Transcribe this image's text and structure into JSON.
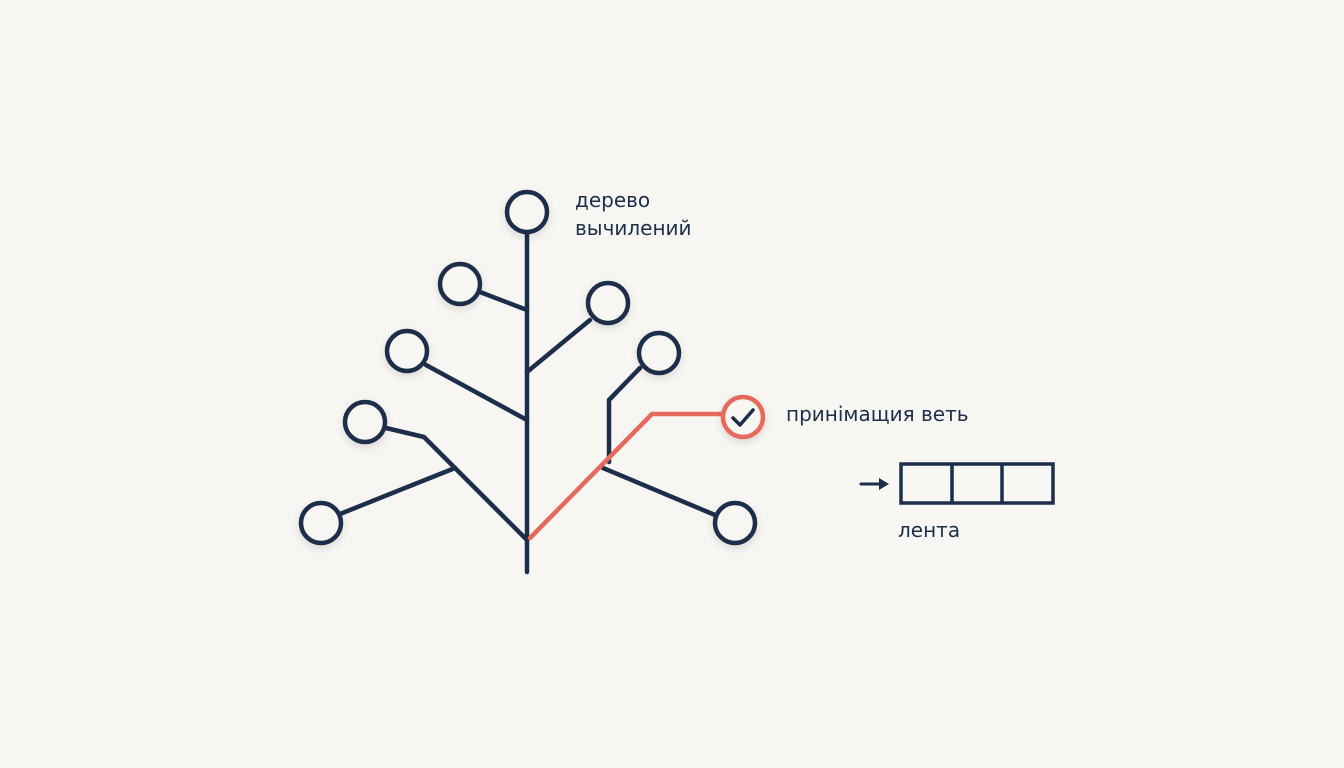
{
  "colors": {
    "background": "#f8f6f2",
    "tree": "#1c2e4a",
    "accepting": "#e56a5c",
    "node_fill": "#f8f6f2"
  },
  "labels": {
    "tree_line1": "дерево",
    "tree_line2": "вычилений",
    "accepting_branch": "принімащия веть",
    "tape": "лента"
  },
  "icons": {
    "accept_node": "check-icon",
    "tape_pointer": "arrow-right-icon"
  },
  "tape": {
    "cells": 3
  }
}
